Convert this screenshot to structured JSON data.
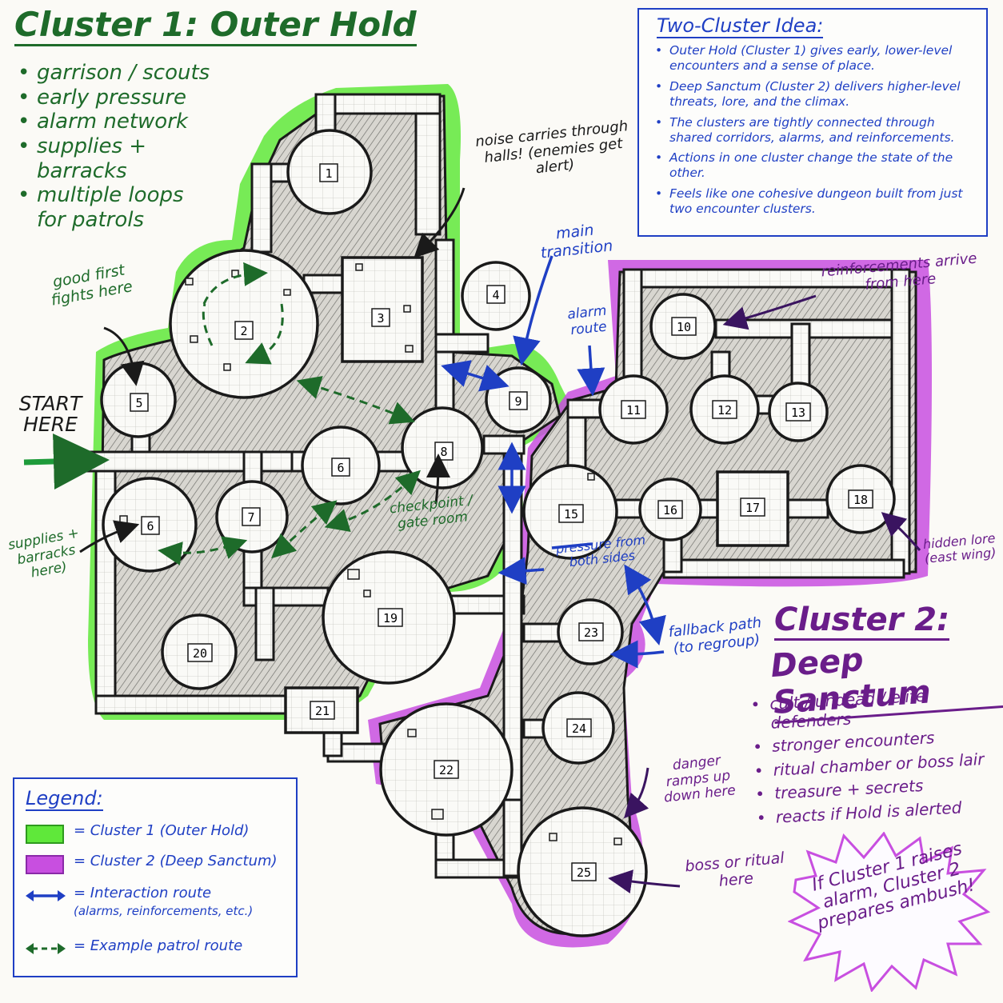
{
  "cluster1": {
    "title": "Cluster 1: Outer Hold",
    "bullets": [
      "garrison / scouts",
      "early pressure",
      "alarm network",
      "supplies + barracks",
      "multiple loops for patrols"
    ]
  },
  "cluster2": {
    "title_line1": "Cluster 2:",
    "title_line2": "Deep Sanctum",
    "bullets": [
      "cult / undead / elite defenders",
      "stronger encounters",
      "ritual chamber or boss lair",
      "treasure + secrets",
      "reacts if Hold is alerted"
    ]
  },
  "idea_box": {
    "title": "Two-Cluster Idea:",
    "items": [
      "Outer Hold (Cluster 1) gives early, lower-level encounters and a sense of place.",
      "Deep Sanctum (Cluster 2) delivers higher-level threats, lore, and the climax.",
      "The clusters are tightly connected through shared corridors, alarms, and reinforcements.",
      "Actions in one cluster change the state of the other.",
      "Feels like one cohesive dungeon built from just two encounter clusters."
    ]
  },
  "legend": {
    "title": "Legend:",
    "cluster1": "= Cluster 1 (Outer Hold)",
    "cluster2": "= Cluster 2 (Deep Sanctum)",
    "interaction": "= Interaction route",
    "interaction_sub": "(alarms, reinforcements, etc.)",
    "patrol": "= Example patrol route"
  },
  "annotations": {
    "start": "START HERE",
    "good_first_fights": "good first fights here",
    "noise": "noise carries through halls! (enemies get alert)",
    "main_transition": "main transition",
    "alarm_route": "alarm route",
    "reinforcements": "reinforcements arrive from here",
    "checkpoint": "checkpoint / gate room",
    "supplies": "supplies + barracks here)",
    "pressure": "pressure from both sides",
    "hidden_lore": "hidden lore (east wing)",
    "fallback": "fallback path (to regroup)",
    "danger": "danger ramps up down here",
    "boss": "boss or ritual here",
    "ambush": "If Cluster 1 raises alarm, Cluster 2 prepares ambush!"
  },
  "rooms": [
    "1",
    "2",
    "3",
    "4",
    "5",
    "6",
    "6",
    "7",
    "8",
    "9",
    "10",
    "11",
    "12",
    "13",
    "15",
    "16",
    "17",
    "18",
    "19",
    "20",
    "21",
    "22",
    "23",
    "24",
    "25"
  ],
  "colors": {
    "cluster1": "#5fe83a",
    "cluster2": "#c84fe0",
    "interaction": "#1f3fc4",
    "patrol": "#1e6b2a",
    "ink": "#1a1a1a"
  }
}
